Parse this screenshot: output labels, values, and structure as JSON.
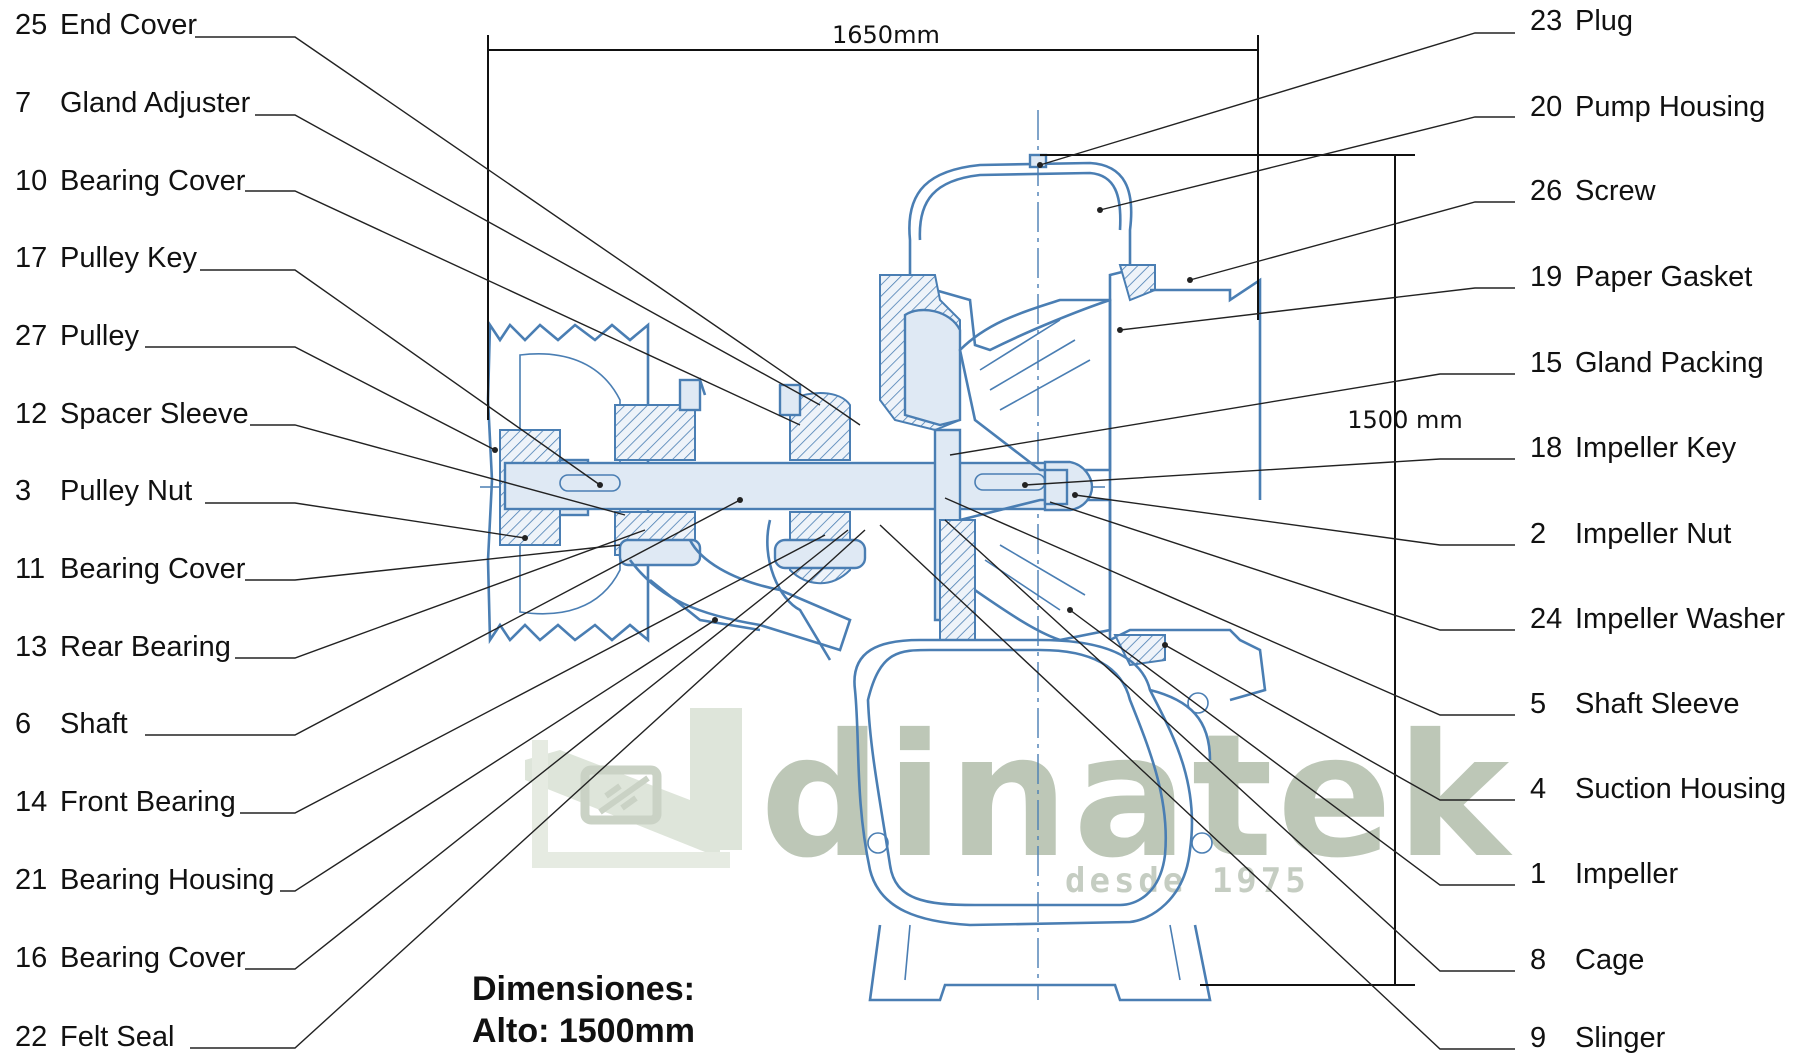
{
  "dimensions": {
    "width_label": "1650mm",
    "height_label": "1500 mm",
    "heading": "Dimensiones:",
    "height_note": "Alto: 1500mm"
  },
  "watermark": {
    "brand": "dinatek",
    "tagline": "desde 1975"
  },
  "left_parts": [
    {
      "num": "25",
      "name": "End Cover"
    },
    {
      "num": "7",
      "name": "Gland Adjuster"
    },
    {
      "num": "10",
      "name": "Bearing Cover"
    },
    {
      "num": "17",
      "name": "Pulley Key"
    },
    {
      "num": "27",
      "name": "Pulley"
    },
    {
      "num": "12",
      "name": "Spacer Sleeve"
    },
    {
      "num": "3",
      "name": "Pulley Nut"
    },
    {
      "num": "11",
      "name": "Bearing Cover"
    },
    {
      "num": "13",
      "name": "Rear Bearing"
    },
    {
      "num": "6",
      "name": "Shaft"
    },
    {
      "num": "14",
      "name": "Front Bearing"
    },
    {
      "num": "21",
      "name": "Bearing Housing"
    },
    {
      "num": "16",
      "name": "Bearing Cover"
    },
    {
      "num": "22",
      "name": "Felt Seal"
    }
  ],
  "right_parts": [
    {
      "num": "23",
      "name": "Plug"
    },
    {
      "num": "20",
      "name": "Pump Housing"
    },
    {
      "num": "26",
      "name": "Screw"
    },
    {
      "num": "19",
      "name": "Paper Gasket"
    },
    {
      "num": "15",
      "name": "Gland Packing"
    },
    {
      "num": "18",
      "name": "Impeller Key"
    },
    {
      "num": "2",
      "name": "Impeller Nut"
    },
    {
      "num": "24",
      "name": "Impeller Washer"
    },
    {
      "num": "5",
      "name": "Shaft Sleeve"
    },
    {
      "num": "4",
      "name": "Suction Housing"
    },
    {
      "num": "1",
      "name": "Impeller"
    },
    {
      "num": "8",
      "name": "Cage"
    },
    {
      "num": "9",
      "name": "Slinger"
    }
  ],
  "colors": {
    "drawing": "#4a7eb3",
    "text": "#111111",
    "watermark": "#a7b5a0"
  }
}
